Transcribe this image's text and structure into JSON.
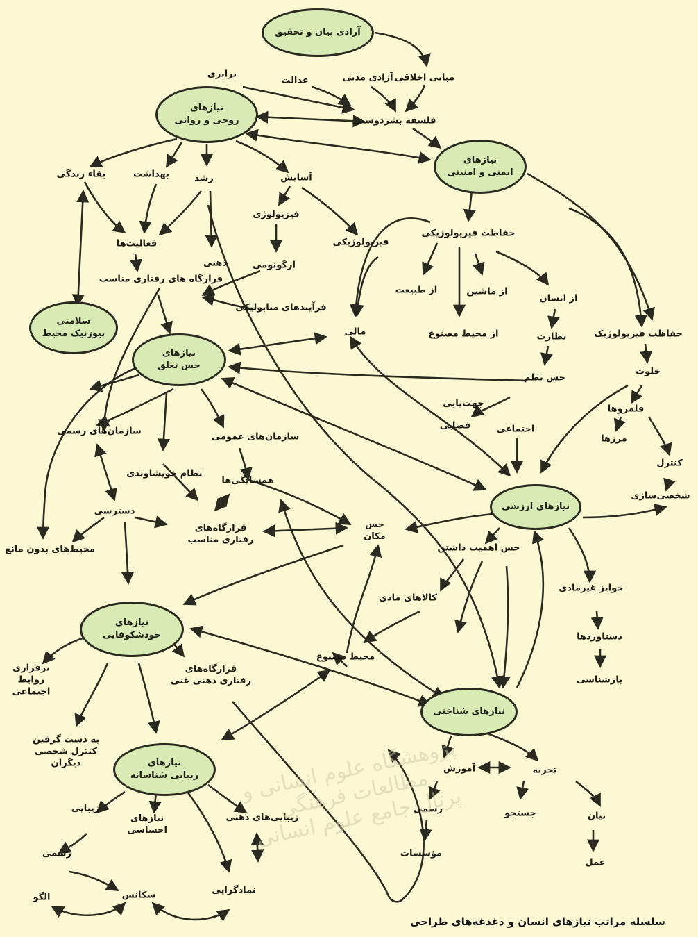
{
  "caption": "سلسله مراتب نیازهای انسان و دغدغه‌های طراحی",
  "watermark": {
    "line1": "پژوهشگاه علوم انسانی و مطالعات فرهنگی",
    "line2": "پرتال جامع علوم انسانی"
  },
  "nodes": {
    "freedom": "آزادی بیان و تحقیق",
    "spiritual_1": "نیازهای",
    "spiritual_2": "روحی و روانی",
    "safety_1": "نیازهای",
    "safety_2": "ایمنی و امنیتی",
    "eco": "سلامتی بیوژنیک محیط",
    "belonging_1": "نیازهای",
    "belonging_2": "حس تعلق",
    "esteem": "نیازهای ارزشی",
    "selfact_1": "نیازهای",
    "selfact_2": "خودشکوفایی",
    "cognitive": "نیازهای شناختی",
    "aesthetic_1": "نیازهای",
    "aesthetic_2": "زیبایی شناسانه"
  },
  "labels": {
    "ethics": "مبانی اخلاقی",
    "civil": "آزادی مدنی",
    "justice": "عدالت",
    "equality": "برابری",
    "philo": "فلسفه بشردوستی",
    "survival": "بقاء زندگی",
    "health": "بهداشت",
    "growth": "رشد",
    "comfort": "آسایش",
    "physio1": "فیزیولوژی",
    "physio2": "فیزیولوژیکی",
    "activities": "فعالیت‌ها",
    "mental": "ذهنی",
    "ergo": "ارگونومی",
    "behav1": "قرارگاه های رفتاری مناسب",
    "metab": "فرآیندهای متابولیکی",
    "physprot": "حفاظت فیزیولوژیکی",
    "nature": "از طبیعت",
    "machine": "از ماشین",
    "human": "از انسان",
    "artifact": "از محیط مصنوع",
    "physprot2": "حفاظت فیزیولوژیک",
    "surveil": "نظارت",
    "financial": "مالی",
    "order": "حس نظم",
    "privacy": "خلوت",
    "orient": "جهت‌یابی",
    "spatial": "فضایی",
    "social": "اجتماعی",
    "territory": "قلمروها",
    "borders": "مرزها",
    "control": "کنترل",
    "personal": "شخصی‌سازی",
    "formal": "سازمان‌های رسمی",
    "public": "سازمان‌های عمومی",
    "kinship": "نظام خویشاوندی",
    "neighbors": "همسایگی‌ها",
    "access": "دسترسی",
    "barrier": "محیط‌های بدون مانع",
    "behav2": "قرارگاه‌های رفتاری مناسب",
    "place": "حس مکان",
    "importance": "حس اهمیت داشتن",
    "material": "کالاهای مادی",
    "nonmat": "جوایز غیرمادی",
    "achieve": "دستاوردها",
    "recog": "بازشناسی",
    "built": "محیط مصنوع",
    "socialrel": "برقراری روابط اجتماعی",
    "richmind": "قرارگاه‌های رفتاری ذهنی غنی",
    "control2": "به دست گرفتن کنترل شخصی دیگران",
    "edu": "آموزش",
    "exper": "تجربه",
    "formal2": "رسمی",
    "search": "جستجو",
    "express": "بیان",
    "institutions": "مؤسسات",
    "action": "عمل",
    "beauty": "زیبایی",
    "emotional": "نیازهای احساسی",
    "mentalbeauty": "زیبایی‌های ذهنی",
    "formal3": "رسمی",
    "pattern": "الگو",
    "sequence": "سکانس",
    "symbol": "نمادگرایی"
  },
  "colors": {
    "background": "#fcf8d4",
    "node_fill": "#d8ebb4",
    "stroke": "#2a2a20"
  }
}
